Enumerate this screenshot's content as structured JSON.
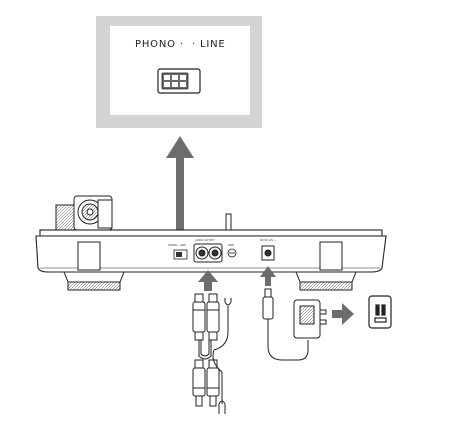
{
  "inset": {
    "phono_label": "PHONO ·",
    "line_label": "· LINE"
  },
  "panel": {
    "switch_label": "PHONO · LINE",
    "audio_out_label": "AUDIO OUTPUT",
    "gnd_label": "GND",
    "dc_in_label": "DC IN 12V ⎓"
  },
  "colors": {
    "inset_bg": "#d4d4d4",
    "inset_card": "#ffffff",
    "arrow": "#6d6d6d",
    "body_fill": "#ffffff",
    "outline": "#222222"
  }
}
